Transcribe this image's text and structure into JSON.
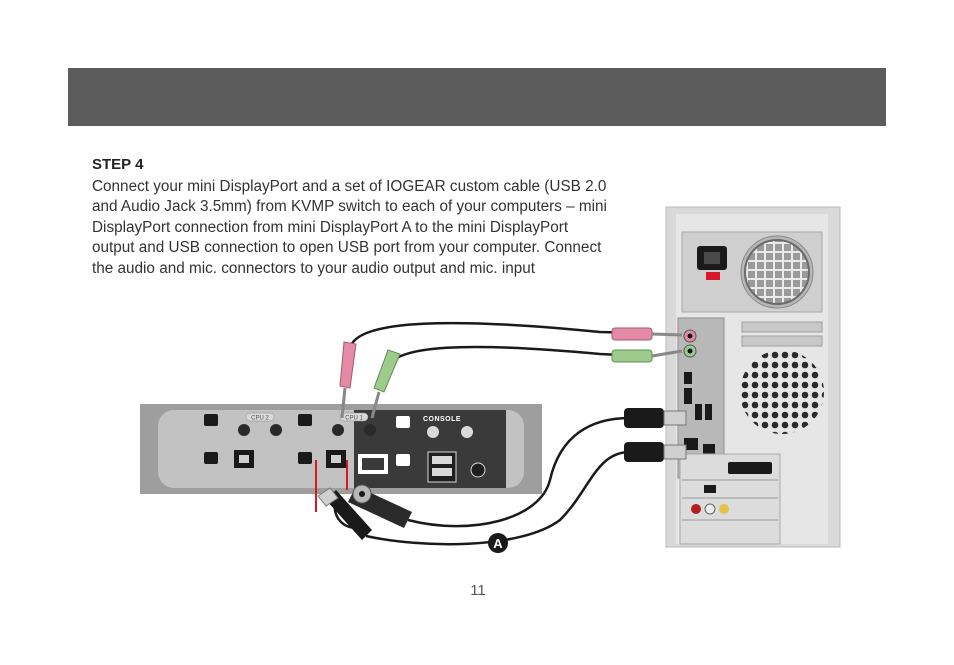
{
  "step": {
    "title": "STEP 4",
    "body": "Connect your mini DisplayPort and a set of IOGEAR custom cable (USB 2.0 and Audio Jack 3.5mm) from KVMP switch to each of your computers – mini DisplayPort connection from mini DisplayPort A to the mini DisplayPort output and USB connection to open USB port from your computer. Connect the audio and mic. connectors to your audio output and mic. input"
  },
  "kvm": {
    "cpu2_label": "CPU 2",
    "cpu1_label": "CPU 1",
    "console_label": "CONSOLE"
  },
  "callout": {
    "label": "A"
  },
  "page": {
    "number": "11"
  },
  "colors": {
    "header": "#5c5c5c",
    "kvm_panel": "#bdbdbd",
    "kvm_dark": "#3a3a3a",
    "pc_tower": "#d9d9d9",
    "audio_pink": "#e58aa6",
    "mic_green": "#9ccb8c",
    "cable": "#1a1a1a",
    "callout_red": "#d8182a"
  }
}
